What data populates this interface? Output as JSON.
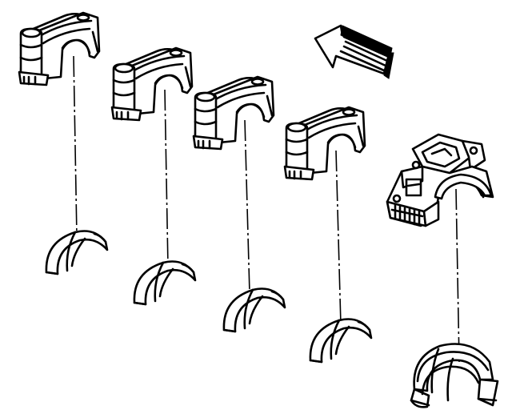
{
  "diagram": {
    "caps": [
      "main-bearing-cap-1",
      "main-bearing-cap-2",
      "main-bearing-cap-3",
      "main-bearing-cap-4",
      "main-bearing-cap-5-thrust"
    ],
    "bearings": [
      "lower-bearing-1",
      "lower-bearing-2",
      "lower-bearing-3",
      "lower-bearing-4",
      "lower-bearing-5-thrust"
    ],
    "direction_arrow": "front-direction-arrow-icon",
    "colors": {
      "ink": "#000000",
      "background": "#ffffff"
    }
  }
}
